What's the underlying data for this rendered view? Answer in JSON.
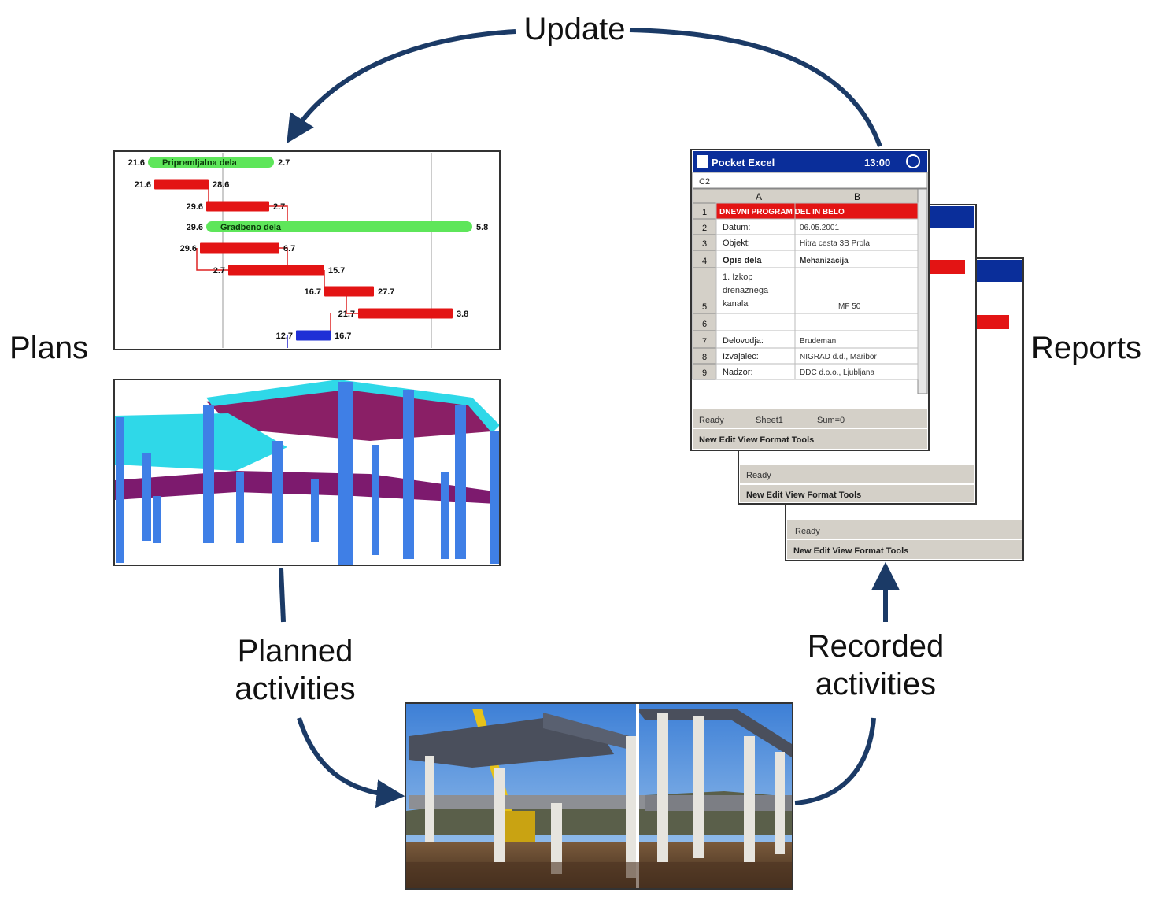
{
  "labels": {
    "update": "Update",
    "plans": "Plans",
    "reports": "Reports",
    "planned_line1": "Planned",
    "planned_line2": "activities",
    "recorded_line1": "Recorded",
    "recorded_line2": "activities"
  },
  "gantt": {
    "bars": [
      {
        "label": "Pripremljalna dela",
        "start": "21.6",
        "end": "2.7",
        "kind": "summary"
      },
      {
        "label": "",
        "start": "21.6",
        "end": "28.6",
        "kind": "task"
      },
      {
        "label": "",
        "start": "29.6",
        "end": "2.7",
        "kind": "task"
      },
      {
        "label": "Gradbeno dela",
        "start": "29.6",
        "end": "5.8",
        "kind": "summary"
      },
      {
        "label": "",
        "start": "29.6",
        "end": "6.7",
        "kind": "task"
      },
      {
        "label": "",
        "start": "2.7",
        "end": "15.7",
        "kind": "task"
      },
      {
        "label": "",
        "start": "16.7",
        "end": "27.7",
        "kind": "task"
      },
      {
        "label": "",
        "start": "21.7",
        "end": "3.8",
        "kind": "task"
      },
      {
        "label": "",
        "start": "12.7",
        "end": "16.7",
        "kind": "milestone"
      }
    ]
  },
  "pocket_excel": {
    "title": "Pocket Excel",
    "time": "13:00",
    "cell_ref": "C2",
    "col_a": "A",
    "col_b": "B",
    "rows": [
      {
        "n": "1",
        "a": "DNEVNI PROGRAM DEL IN BELO",
        "b": ""
      },
      {
        "n": "2",
        "a": "Datum:",
        "b": "06.05.2001"
      },
      {
        "n": "3",
        "a": "Objekt:",
        "b": "Hitra cesta 3B Prola"
      },
      {
        "n": "4",
        "a": "Opis dela",
        "b": "Mehanizacija"
      },
      {
        "n": "5",
        "a": "1. Izkop drenaznega kanala",
        "b": "MF 50"
      },
      {
        "n": "6",
        "a": "",
        "b": ""
      },
      {
        "n": "7",
        "a": "Delovodja:",
        "b": "Brudeman"
      },
      {
        "n": "8",
        "a": "Izvajalec:",
        "b": "NIGRAD d.d., Maribor"
      },
      {
        "n": "9",
        "a": "Nadzor:",
        "b": "DDC d.o.o., Ljubljana"
      }
    ],
    "status": "Ready",
    "sheet": "Sheet1",
    "sum": "Sum=0",
    "menu": [
      "New",
      "Edit",
      "View",
      "Format",
      "Tools"
    ]
  },
  "colors": {
    "arrow": "#1b3a66",
    "summary_bar": "#5ee65a",
    "task_bar": "#e31414",
    "milestone_bar": "#1f2fd6",
    "cyan_slab": "#2fd8e8",
    "purple_slab": "#8a1f66",
    "column_blue": "#3f7fe6",
    "pda_titlebar": "#0a2e9a",
    "pda_gray": "#d4d0c8"
  }
}
